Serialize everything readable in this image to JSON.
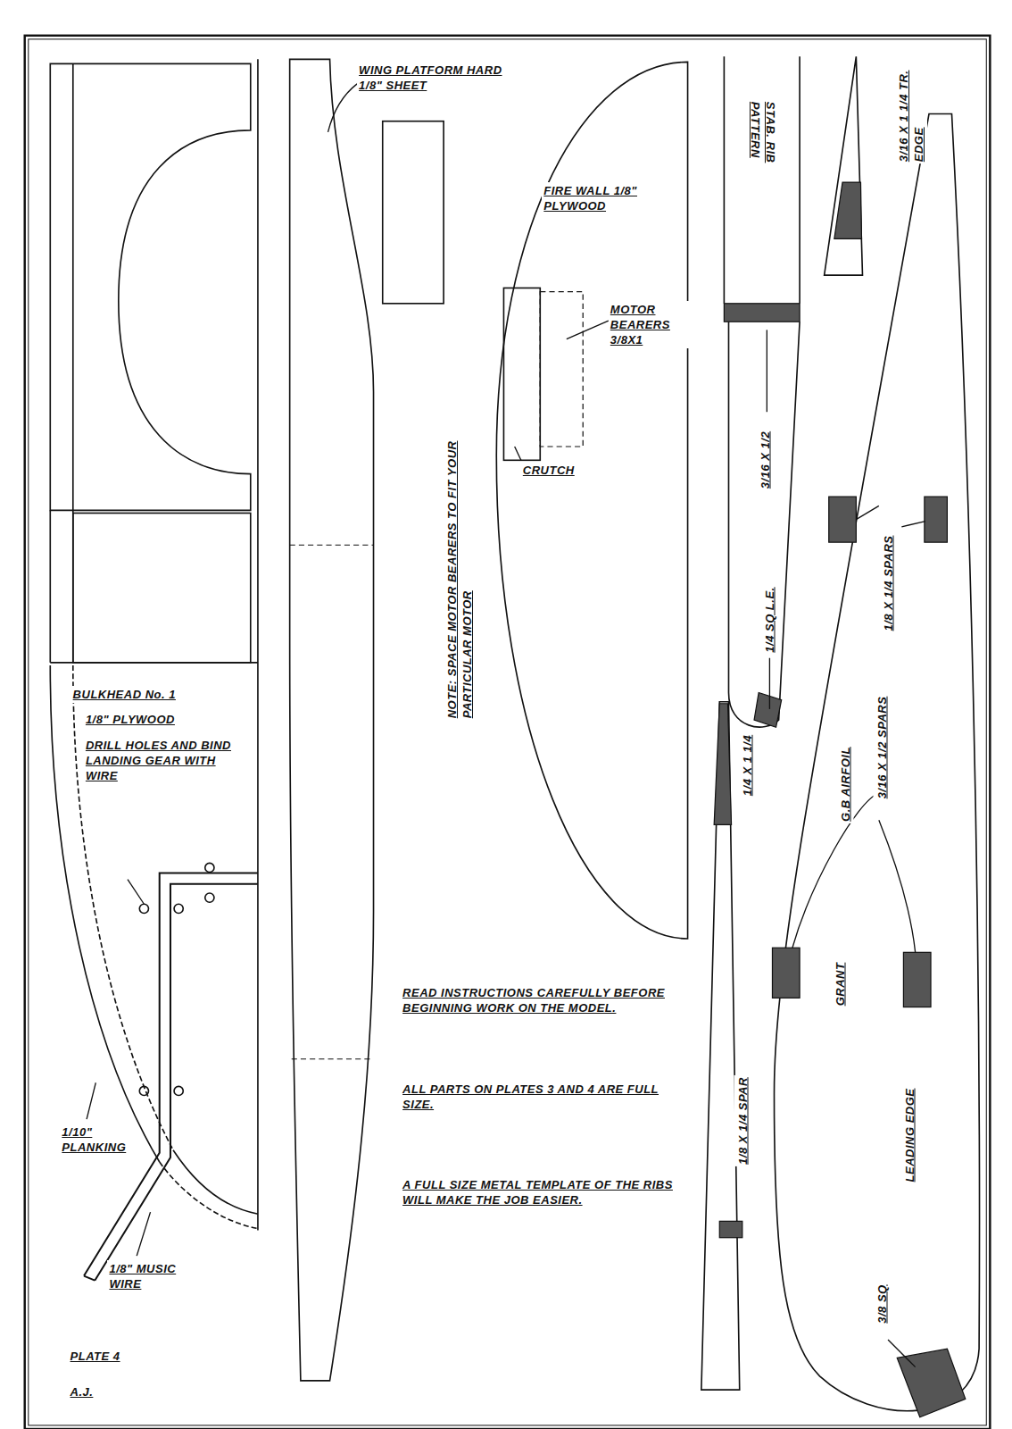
{
  "diagram": {
    "labels": [
      "WING PLATFORM HARD 1/8\" SHEET",
      "FIRE WALL 1/8\" PLYWOOD",
      "MOTOR BEARERS 3/8X1",
      "CRUTCH",
      "NOTE: SPACE MOTOR BEARERS TO FIT YOUR PARTICULAR MOTOR",
      "STAB. RIB PATTERN",
      "3/16 X 1/2",
      "1/4 SQ L.E.",
      "3/16 X 1 1/4 TR. EDGE",
      "1/8 X 1/4 SPARS",
      "G.B AIRFOIL",
      "GRANT",
      "3/16 X 1/2 SPARS",
      "LEADING EDGE",
      "3/8 SQ",
      "1/4 X 1 1/4",
      "1/8 X 1/4 SPAR",
      "BULKHEAD No. 1",
      "1/8\" PLYWOOD",
      "DRILL HOLES AND BIND LANDING GEAR WITH WIRE",
      "1/10\" PLANKING",
      "1/8\" MUSIC WIRE",
      "READ INSTRUCTIONS CAREFULLY BEFORE BEGINNING WORK ON THE MODEL.",
      "ALL PARTS ON PLATES 3 AND 4 ARE FULL SIZE.",
      "A FULL SIZE METAL TEMPLATE OF THE RIBS WILL MAKE THE JOB EASIER.",
      "PLATE 4",
      "A.J."
    ]
  }
}
